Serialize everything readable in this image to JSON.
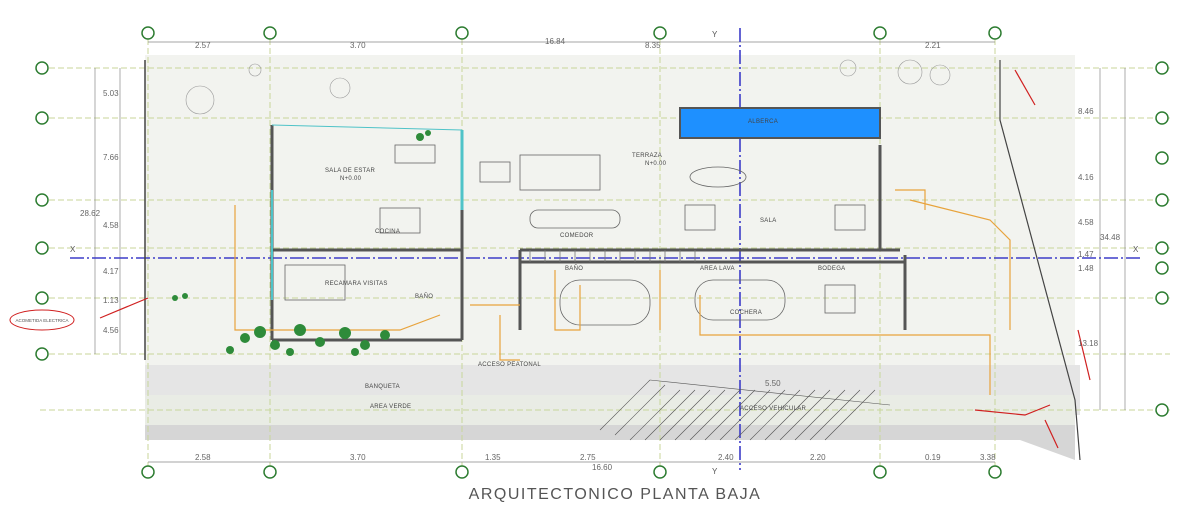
{
  "title": "ARQUITECTONICO PLANTA BAJA",
  "axis_labels": {
    "y": "Y",
    "x": "X"
  },
  "top_dimensions": [
    "2.57",
    "3.70",
    "16.84",
    "8.35",
    "2.21"
  ],
  "bottom_dimensions": [
    "2.58",
    "3.70",
    "1.35",
    "2.75",
    "16.60",
    "2.40",
    "2.20",
    "0.19",
    "3.38"
  ],
  "left_dimensions": [
    "5.03",
    "7.66",
    "28.62",
    "4.58",
    "4.17",
    "1.13",
    "4.56"
  ],
  "right_dimensions": [
    "8.46",
    "4.16",
    "4.58",
    "34.48",
    "1.47",
    "1.48",
    "13.18"
  ],
  "rooms": {
    "alberca": "ALBERCA",
    "terraza": "TERRAZA",
    "sala_estar": "SALA DE ESTAR",
    "level_1": "N+0.00",
    "cocina": "COCINA",
    "comedor": "COMEDOR",
    "sala": "SALA",
    "bano": "BAÑO",
    "area_lavado": "AREA LAVA",
    "bodega": "BODEGA",
    "recamara": "RECAMARA VISITAS",
    "bano2": "BAÑO",
    "cochera": "COCHERA",
    "acceso_peatonal": "ACCESO PEATONAL",
    "banqueta": "BANQUETA",
    "area_verde": "AREA VERDE",
    "acceso_vehicular": "ACCESO VEHICULAR",
    "misc_dim": "5.50"
  },
  "annotations": {
    "acometida": "ACOMETIDA ELECTRICA"
  },
  "colors": {
    "pool": "#1e90ff",
    "grid_axis": "#c8d69a",
    "main_axis": "#3d3dc8",
    "walls": "#555555",
    "utility_lines": "#e8a33c",
    "accent_red": "#d02020",
    "vegetation": "#2e8b3a"
  }
}
